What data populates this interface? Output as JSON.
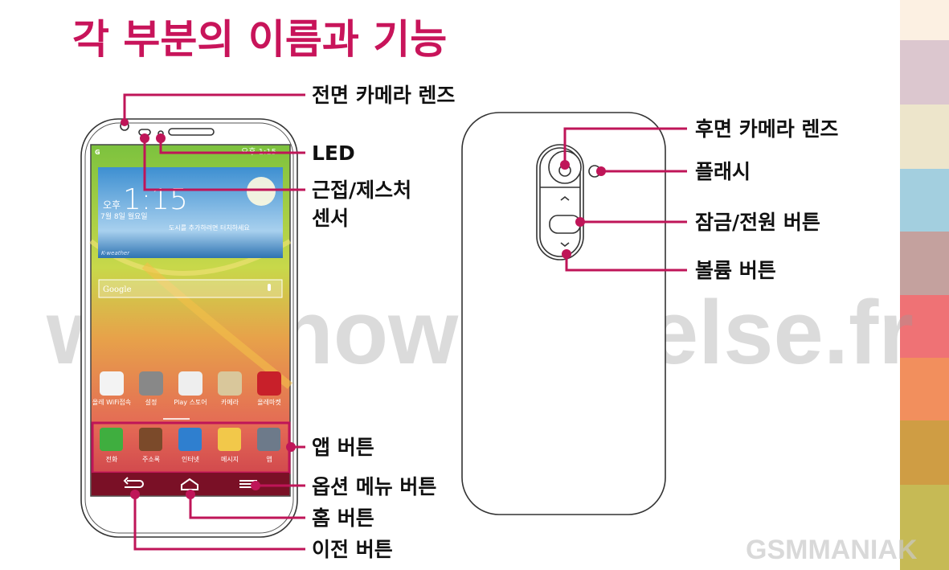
{
  "title": "각 부분의 이름과 기능",
  "accent_color": "#bf1558",
  "front_labels": {
    "front_camera": "전면 카메라 렌즈",
    "led": "LED",
    "sensor_line1": "근접/제스처",
    "sensor_line2": "센서",
    "app_button": "앱 버튼",
    "option_menu": "옵션 메뉴 버튼",
    "home": "홈 버튼",
    "back": "이전 버튼"
  },
  "back_labels": {
    "rear_camera": "후면 카메라 렌즈",
    "flash": "플래시",
    "power": "잠금/전원 버튼",
    "volume": "볼륨 버튼"
  },
  "screen": {
    "status_time": "오후 1:15",
    "clock": "1:15",
    "ampm": "오후",
    "date": "7월 8일 월요일",
    "weather_hint": "도시를 추가하려면 터치하세요",
    "weather_brand": "K-weather",
    "search": "Google",
    "apps": [
      "올레 WiFi접속",
      "설정",
      "Play 스토어",
      "카메라",
      "올레마켓"
    ],
    "dock": [
      "전화",
      "주소록",
      "인터넷",
      "메시지",
      "앱"
    ]
  },
  "watermark": "www.nowhereelse.fr",
  "logo": "GSMMANIAK",
  "side_strip_colors": [
    "#fcf0e2",
    "#dcc7cf",
    "#ede5cb",
    "#a3cfdf",
    "#c4a19e",
    "#ef7275",
    "#f28f5d",
    "#cf9d44",
    "#c6ba55"
  ]
}
